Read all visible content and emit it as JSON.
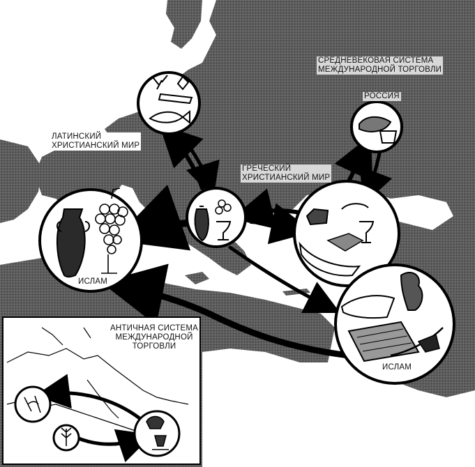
{
  "main_map": {
    "title_line1": "СРЕДНЕВЕКОВАЯ СИСТЕМА",
    "title_line2": "МЕЖДУНАРОДНОЙ ТОРГОВЛИ",
    "regions": {
      "latin_line1": "ЛАТИНСКИЙ",
      "latin_line2": "ХРИСТИАНСКИЙ МИР",
      "greek_line1": "ГРЕЧЕСКИЙ",
      "greek_line2": "ХРИСТИАНСКИЙ МИР",
      "russia": "РОССИЯ",
      "islam_west": "ИСЛАМ",
      "islam_east": "ИСЛАМ"
    }
  },
  "inset_map": {
    "title_line1": "АНТИЧНАЯ СИСТЕМА",
    "title_line2": "МЕЖДУНАРОДНОЙ",
    "title_line3": "ТОРГОВЛИ"
  },
  "colors": {
    "land": "#5a5a5a",
    "sea": "#ffffff",
    "ink": "#111111"
  }
}
